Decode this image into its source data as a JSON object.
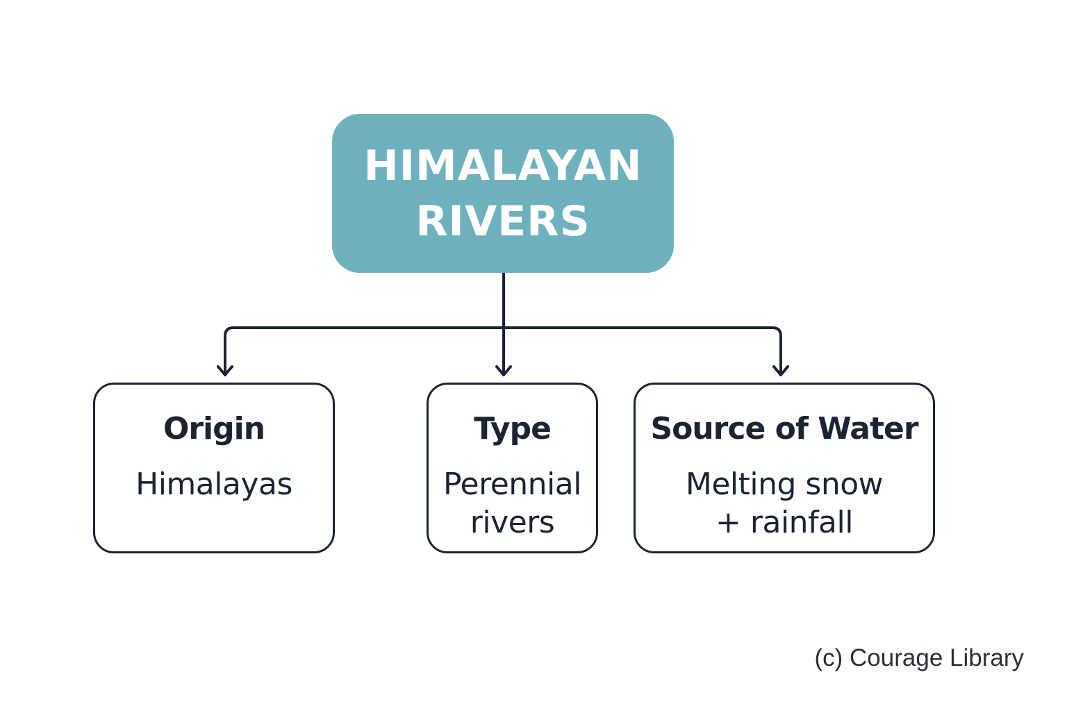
{
  "root": {
    "title_line1": "HIMALAYAN",
    "title_line2": "RIVERS",
    "fill_color": "#6eb1bd"
  },
  "children": [
    {
      "title": "Origin",
      "value_lines": [
        "Himalayas"
      ]
    },
    {
      "title": "Type",
      "value_lines": [
        "Perennial",
        "rivers"
      ]
    },
    {
      "title": "Source of Water",
      "value_lines": [
        "Melting snow",
        "+ rainfall"
      ]
    }
  ],
  "credit": "(c) Courage Library",
  "colors": {
    "ink": "#1c2433",
    "background": "#ffffff"
  }
}
